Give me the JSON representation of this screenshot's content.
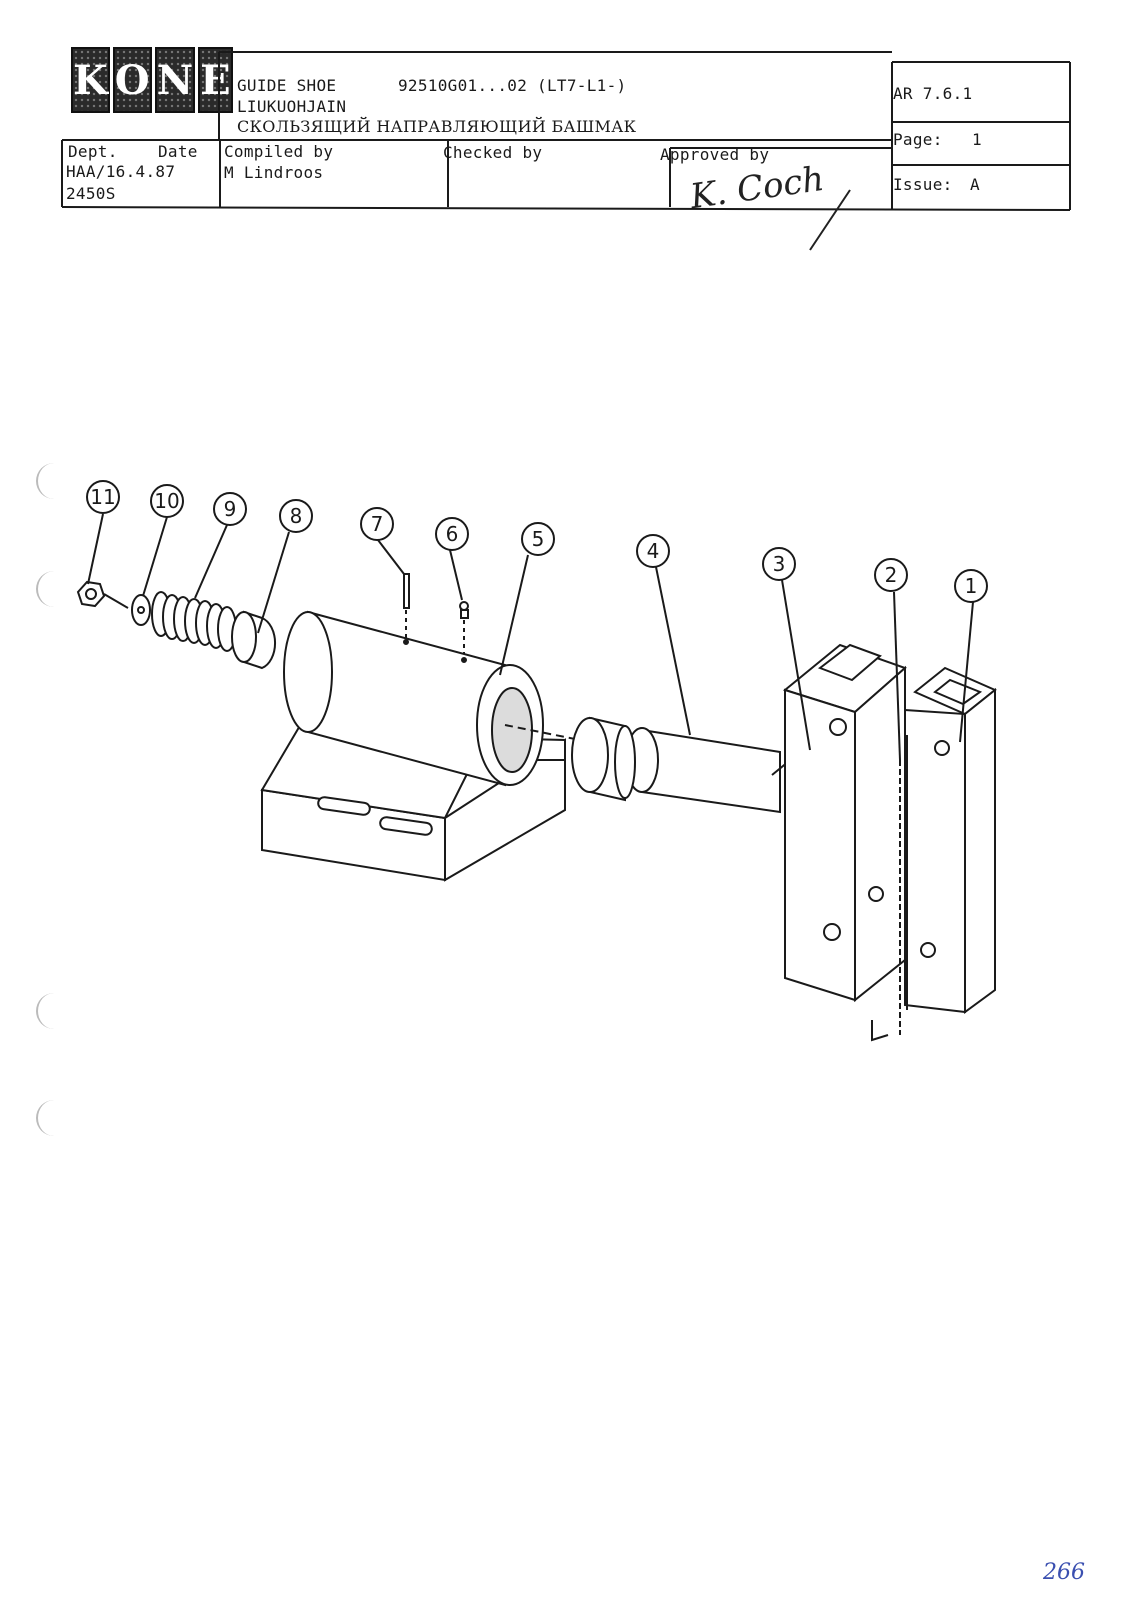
{
  "header": {
    "logo": {
      "brand": "KONE",
      "letters": [
        "K",
        "O",
        "N",
        "E"
      ]
    },
    "title_en": "GUIDE SHOE",
    "part_number": "92510G01...02 (LT7-L1-)",
    "title_fi": "LIUKUOHJAIN",
    "title_ru": "СКОЛЬЗЯЩИЙ НАПРАВЛЯЮЩИЙ БАШМАК",
    "doc_ref": "AR 7.6.1",
    "page_label": "Page:",
    "page_value": "1",
    "issue_label": "Issue:",
    "issue_value": "A"
  },
  "approvals": {
    "dept_label": "Dept.",
    "date_label": "Date",
    "dept_date_value": "HAA/16.4.87",
    "dept_code": "2450S",
    "compiled_label": "Compiled by",
    "compiled_value": "M Lindroos",
    "checked_label": "Checked by",
    "checked_value": "",
    "approved_label": "Approved by",
    "approved_signature": "K. Coch"
  },
  "drawing": {
    "callouts": [
      "11",
      "10",
      "9",
      "8",
      "7",
      "6",
      "5",
      "4",
      "3",
      "2",
      "1"
    ]
  },
  "handwritten_page_number": "266"
}
